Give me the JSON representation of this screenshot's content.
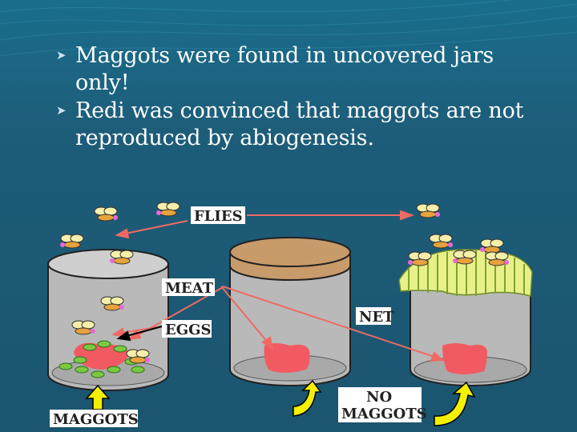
{
  "slide": {
    "bullets": [
      {
        "icon": "bullet-icon",
        "lines": [
          "Maggots were found in uncovered jars",
          "only!"
        ]
      },
      {
        "icon": "bullet-icon",
        "lines": [
          "Redi was convinced that maggots are not",
          "reproduced by abiogenesis."
        ]
      }
    ]
  },
  "illustration": {
    "labels": {
      "flies": "FLIES",
      "meat": "MEAT",
      "eggs": "EGGS",
      "net": "NET",
      "maggots": "MAGGOTS",
      "no_maggots_line1": "NO",
      "no_maggots_line2": "MAGGOTS"
    },
    "colors": {
      "background": "#1d5d79",
      "jar": "#b9b9b9",
      "cork": "#c89b6a",
      "meat": "#f25a62",
      "net": "#e8f08a",
      "arrow": "#ef6a62",
      "yellow_arrow": "#f4f000",
      "label_bg": "#ffffff"
    }
  }
}
